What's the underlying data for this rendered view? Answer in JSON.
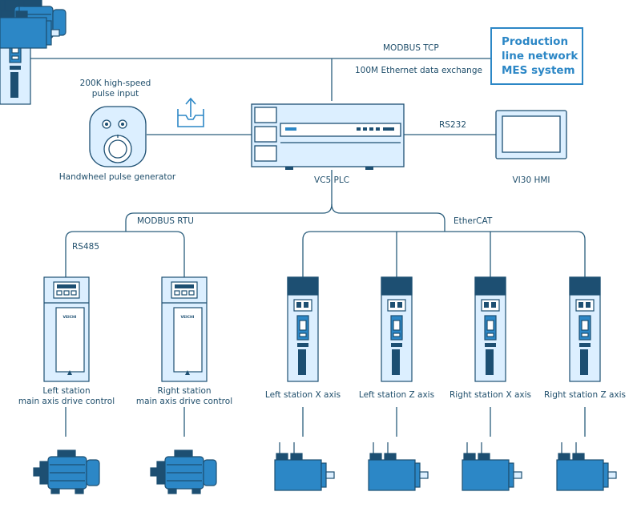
{
  "network": {
    "modbus_tcp": "MODBUS TCP",
    "ethernet": "100M Ethernet data exchange",
    "rs232": "RS232",
    "modbus_rtu": "MODBUS RTU",
    "ethercat": "EtherCAT",
    "rs485": "RS485"
  },
  "mes": {
    "line1": "Production",
    "line2": "line network",
    "line3": "MES system"
  },
  "handwheel": {
    "input_line1": "200K high-speed",
    "input_line2": "pulse input",
    "label": "Handwheel pulse generator"
  },
  "plc": {
    "label": "VC5 PLC"
  },
  "hmi": {
    "label": "VI30 HMI"
  },
  "drives": [
    {
      "line1": "Left station",
      "line2": "main axis drive control",
      "brand": "VEICHI"
    },
    {
      "line1": "Right station",
      "line2": "main axis drive control",
      "brand": "VEICHI"
    }
  ],
  "servos": [
    {
      "label": "Left station X axis"
    },
    {
      "label": "Left station Z axis"
    },
    {
      "label": "Right station X axis"
    },
    {
      "label": "Right station Z axis"
    }
  ],
  "colors": {
    "line": "#2a5d7c",
    "accent": "#2c87c6",
    "fill": "#dcefff",
    "dark": "#1d4f72"
  }
}
